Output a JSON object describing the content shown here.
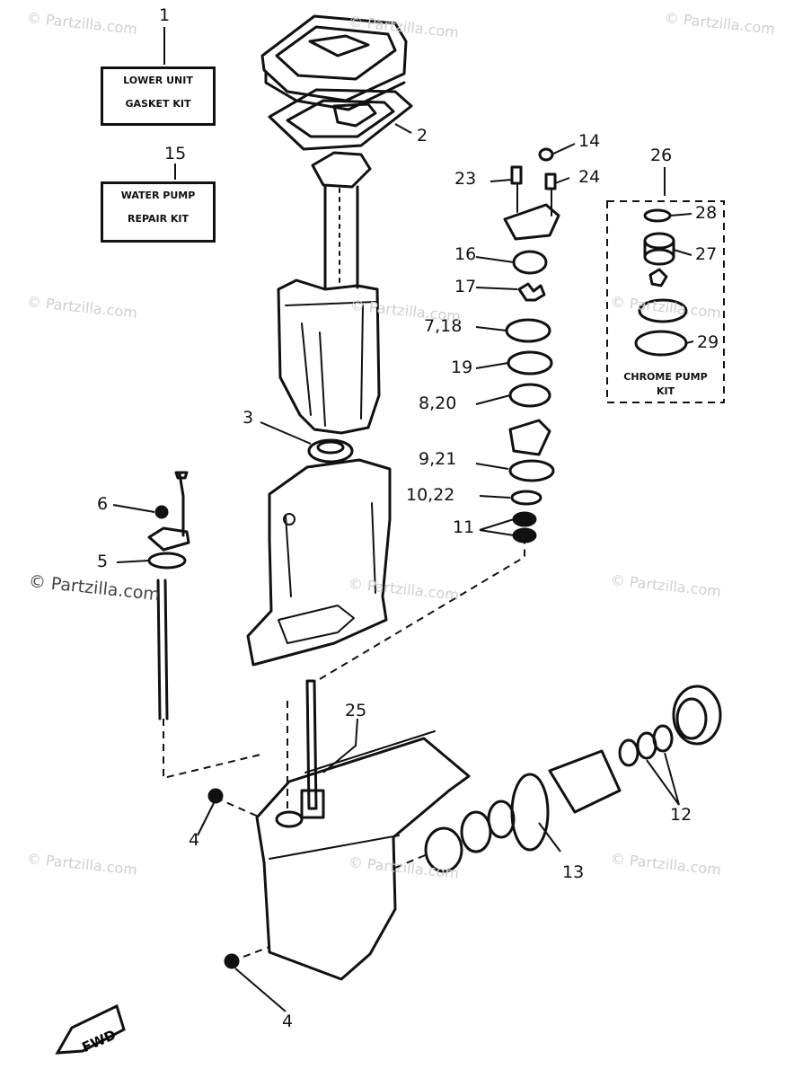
{
  "watermark": "© Partzilla.com",
  "kits": {
    "lower_unit": {
      "line1": "LOWER UNIT",
      "line2": "GASKET KIT"
    },
    "water_pump": {
      "line1": "WATER PUMP",
      "line2": "REPAIR KIT"
    },
    "chrome_pump": {
      "line1": "CHROME PUMP",
      "line2": "KIT"
    }
  },
  "callouts": {
    "c1": "1",
    "c2": "2",
    "c3": "3",
    "c4a": "4",
    "c4b": "4",
    "c5": "5",
    "c6": "6",
    "c7_18": "7,18",
    "c8_20": "8,20",
    "c9_21": "9,21",
    "c10_22": "10,22",
    "c11": "11",
    "c12": "12",
    "c13": "13",
    "c14": "14",
    "c15": "15",
    "c16": "16",
    "c17": "17",
    "c19": "19",
    "c23": "23",
    "c24": "24",
    "c25": "25",
    "c26": "26",
    "c27": "27",
    "c28": "28",
    "c29": "29"
  },
  "fwd_label": "FWD",
  "colors": {
    "ink": "#111111",
    "paper": "#ffffff",
    "watermark": "#cfcfcf"
  }
}
